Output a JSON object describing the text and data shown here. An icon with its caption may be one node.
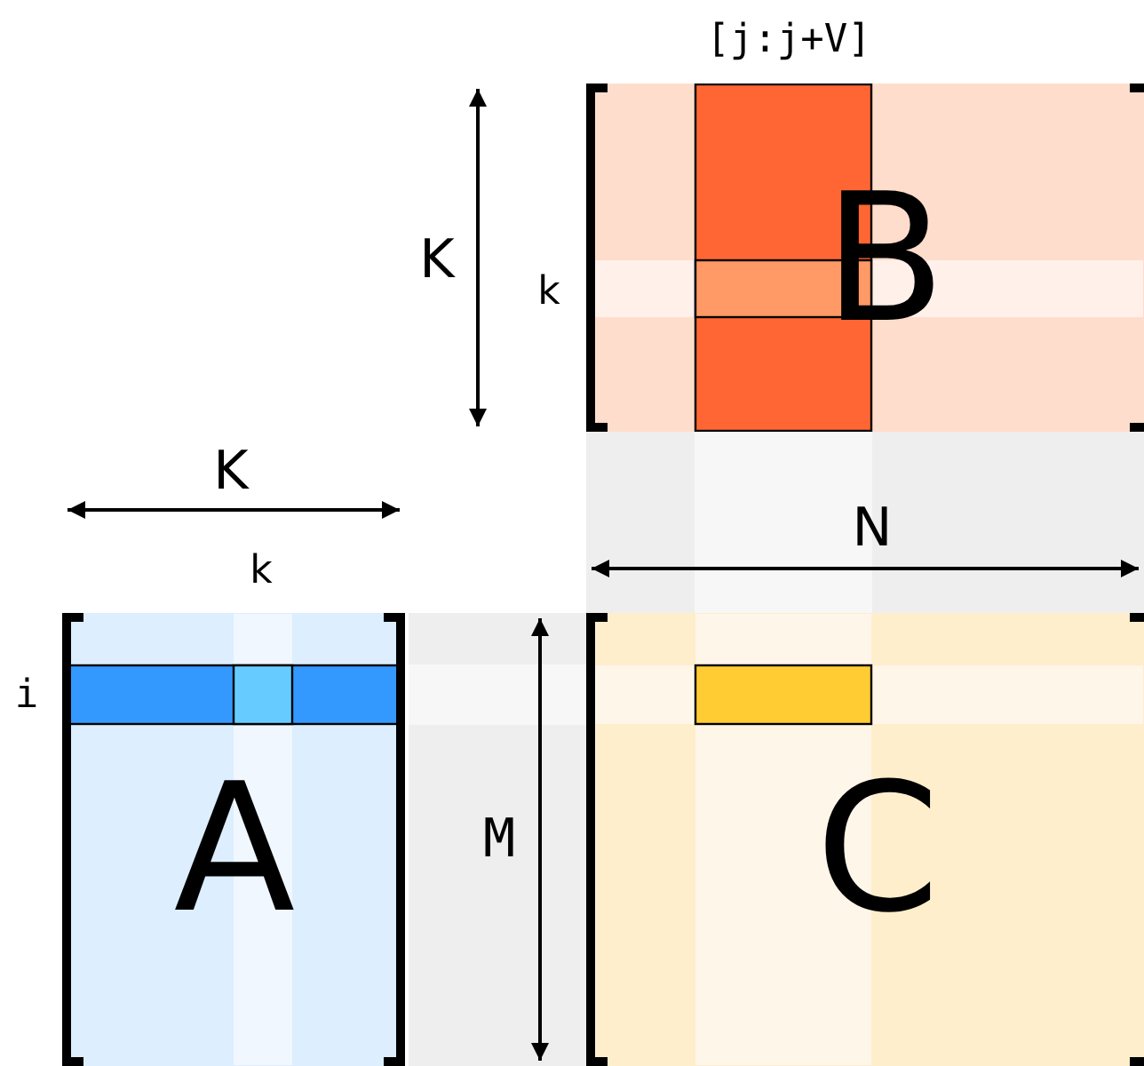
{
  "diagram": {
    "nodes": [
      {
        "text": [
          "B"
        ],
        "beside": [
          "[j:j+V]",
          "k"
        ]
      },
      {
        "text": [
          "A"
        ],
        "beside": [
          "k",
          "i"
        ]
      },
      {
        "text": [
          "C"
        ]
      }
    ],
    "labels": [
      "K",
      "K",
      "N",
      "M"
    ]
  }
}
